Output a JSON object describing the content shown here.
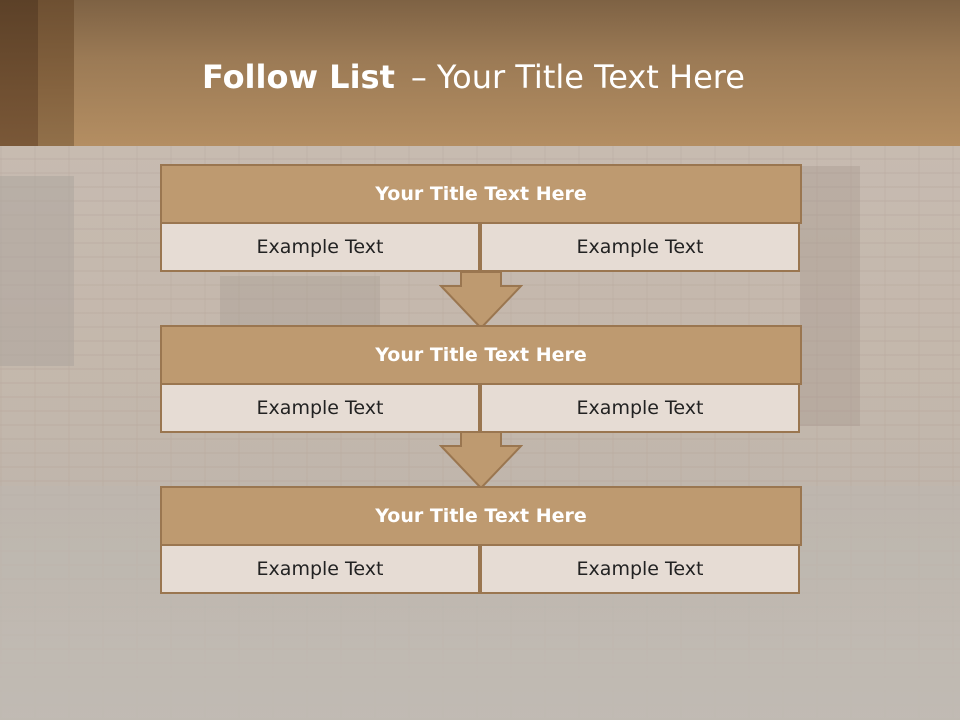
{
  "slide": {
    "title_bold": "Follow List",
    "title_dash": "–",
    "title_rest": "Your Title Text Here"
  },
  "blocks": [
    {
      "title": "Your Title Text Here",
      "cells": [
        "Example Text",
        "Example Text"
      ]
    },
    {
      "title": "Your Title Text Here",
      "cells": [
        "Example Text",
        "Example Text"
      ]
    },
    {
      "title": "Your Title Text Here",
      "cells": [
        "Example Text",
        "Example Text"
      ]
    }
  ],
  "colors": {
    "header_top": "#7e6244",
    "header_bottom": "#b48e62",
    "block_title_fill": "#be9a70",
    "block_border": "#9a7650",
    "cell_fill": "#e6dcd4",
    "arrow_fill": "#be9a70"
  }
}
